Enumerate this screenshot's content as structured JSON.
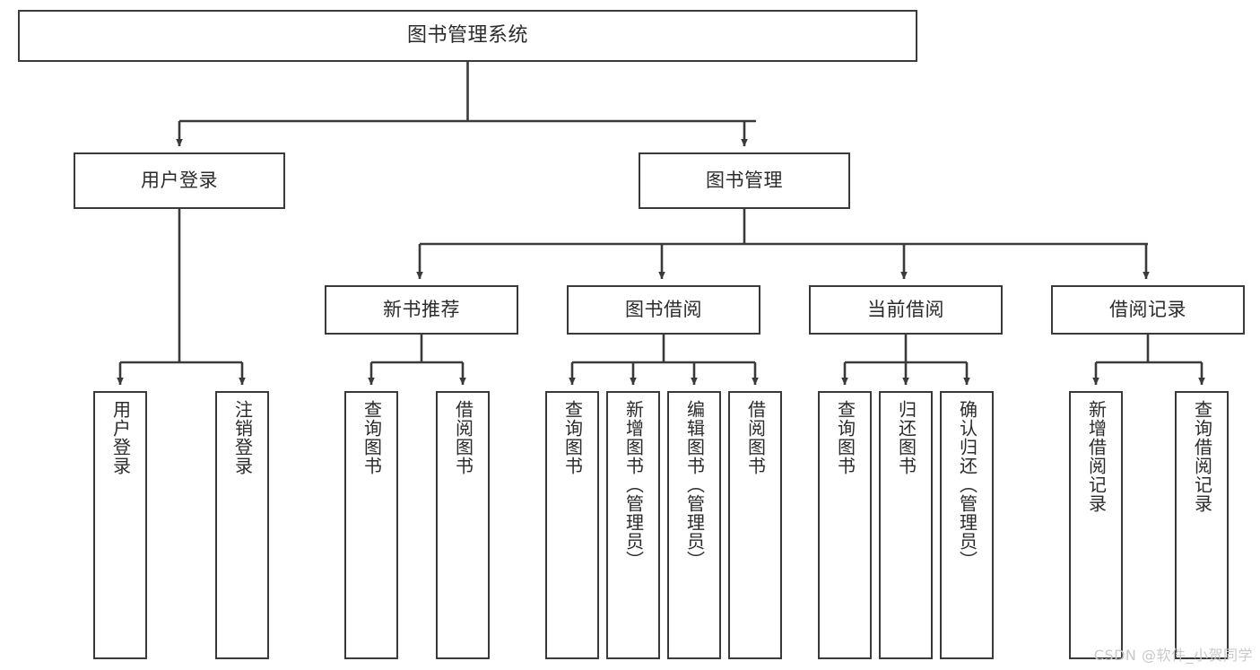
{
  "diagram": {
    "title": "图书管理系统",
    "type": "tree-hierarchy",
    "watermark": "CSDN @软件_小贺同学",
    "colors": {
      "box_border": "#3a3a3a",
      "box_fill": "#ffffff",
      "edge": "#3a3a3a",
      "text": "#2b2b2b",
      "watermark": "#c9c9c9",
      "background": "#ffffff"
    },
    "nodes": {
      "root": {
        "label": "图书管理系统"
      },
      "level1": [
        {
          "id": "user-login",
          "label": "用户登录"
        },
        {
          "id": "book-manage",
          "label": "图书管理"
        }
      ],
      "level2": [
        {
          "id": "new-book-recommend",
          "label": "新书推荐"
        },
        {
          "id": "book-borrow",
          "label": "图书借阅"
        },
        {
          "id": "current-borrow",
          "label": "当前借阅"
        },
        {
          "id": "borrow-record",
          "label": "借阅记录"
        }
      ],
      "leaves": {
        "user-login": [
          {
            "id": "leaf-user-login",
            "label": "用户登录"
          },
          {
            "id": "leaf-logout",
            "label": "注销登录"
          }
        ],
        "new-book-recommend": [
          {
            "id": "leaf-query-book-1",
            "label": "查询图书"
          },
          {
            "id": "leaf-borrow-book-1",
            "label": "借阅图书"
          }
        ],
        "book-borrow": [
          {
            "id": "leaf-query-book-2",
            "label": "查询图书"
          },
          {
            "id": "leaf-add-book",
            "label": "新增图书（管理员）"
          },
          {
            "id": "leaf-edit-book",
            "label": "编辑图书（管理员）"
          },
          {
            "id": "leaf-borrow-book-2",
            "label": "借阅图书"
          }
        ],
        "current-borrow": [
          {
            "id": "leaf-query-book-3",
            "label": "查询图书"
          },
          {
            "id": "leaf-return-book",
            "label": "归还图书"
          },
          {
            "id": "leaf-confirm-return",
            "label": "确认归还（管理员）"
          }
        ],
        "borrow-record": [
          {
            "id": "leaf-add-record",
            "label": "新增借阅记录"
          },
          {
            "id": "leaf-query-record",
            "label": "查询借阅记录"
          }
        ]
      }
    }
  }
}
